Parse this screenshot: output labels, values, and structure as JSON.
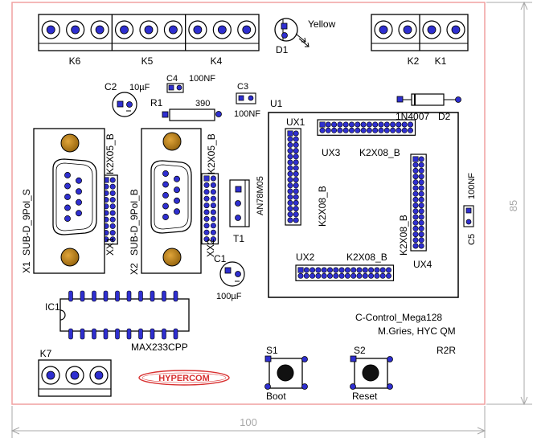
{
  "colors": {
    "board_outline": "#f0a0a0",
    "silkscreen": "#000000",
    "pad_blue": "#2f2fd0",
    "pad_gold": "#c8901e",
    "dimension": "#a8a8a8",
    "logo_red": "#d83030"
  },
  "terminals": {
    "k6": "K6",
    "k5": "K5",
    "k4": "K4",
    "k2": "K2",
    "k1": "K1",
    "k7": "K7"
  },
  "led": {
    "ref": "D1",
    "color_label": "Yellow"
  },
  "caps": {
    "c2": "C2",
    "c2_value": "10µF",
    "c4": "C4",
    "c4_value": "100NF",
    "c3": "C3",
    "c3_value": "100NF",
    "c1": "C1",
    "c1_value": "100µF",
    "c5": "C5",
    "c5_value": "100NF"
  },
  "resistor": {
    "ref": "R1",
    "value": "390"
  },
  "regulator": {
    "u1": "U1",
    "part": "AN78M05",
    "t1": "T1"
  },
  "diode": {
    "part": "1N4007",
    "ref": "D2"
  },
  "headers": {
    "ux1": "UX1",
    "ux1_part": "K2X08_B",
    "ux3": "UX3",
    "ux3_part": "K2X08_B",
    "ux2": "UX2",
    "ux2_part": "K2X08_B",
    "ux4": "UX4",
    "ux4_part": "K2X08_B",
    "xx1": "XX1",
    "xx1_part": "K2X05_B",
    "xx2": "XX2",
    "xx2_part": "K2X05_B"
  },
  "dsub": {
    "x1": "X1",
    "x1_part": "SUB-D_9Pol_S",
    "x2": "X2",
    "x2_part": "SUB-D_9Pol_B"
  },
  "ic": {
    "ref": "IC1",
    "part": "MAX233CPP"
  },
  "board_text": {
    "line1": "C-Control_Mega128",
    "line2": "M.Gries, HYC QM",
    "line3": "R2R"
  },
  "switches": {
    "s1": "S1",
    "s1_label": "Boot",
    "s2": "S2",
    "s2_label": "Reset"
  },
  "logo": {
    "text": "HYPERCOM"
  },
  "dimensions": {
    "width": "100",
    "height": "85"
  }
}
